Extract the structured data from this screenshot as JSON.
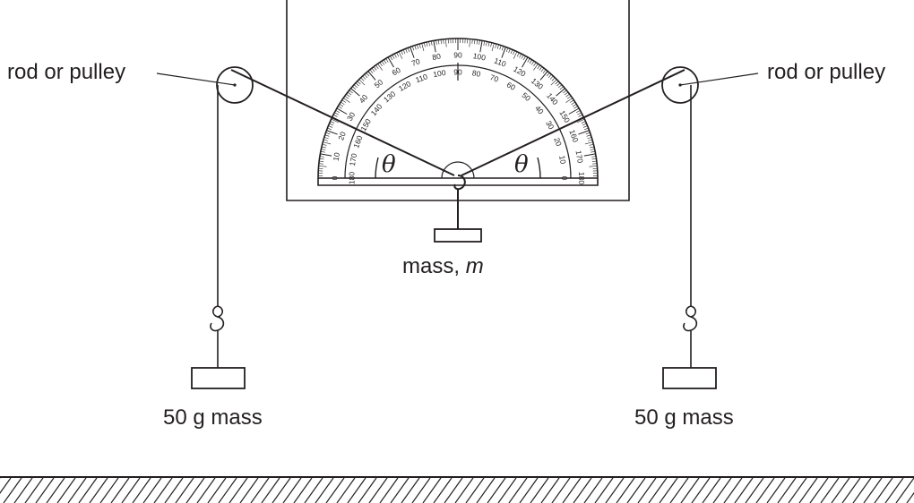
{
  "labels": {
    "left_pulley": "rod or pulley",
    "right_pulley": "rod or pulley",
    "center_mass_prefix": "mass, ",
    "center_mass_symbol": "m",
    "left_mass": "50 g mass",
    "right_mass": "50 g mass",
    "angle_left": "θ",
    "angle_right": "θ"
  },
  "protractor": {
    "outer_numbers": [
      "0",
      "10",
      "20",
      "30",
      "40",
      "50",
      "60",
      "70",
      "80",
      "90",
      "100",
      "110",
      "120",
      "130",
      "140",
      "150",
      "160",
      "170",
      "180"
    ],
    "inner_numbers": [
      "180",
      "170",
      "160",
      "150",
      "140",
      "130",
      "120",
      "110",
      "100",
      "90",
      "80",
      "70",
      "60",
      "50",
      "40",
      "30",
      "20",
      "10",
      "0"
    ]
  },
  "colors": {
    "ink": "#231f20",
    "background": "#ffffff"
  }
}
